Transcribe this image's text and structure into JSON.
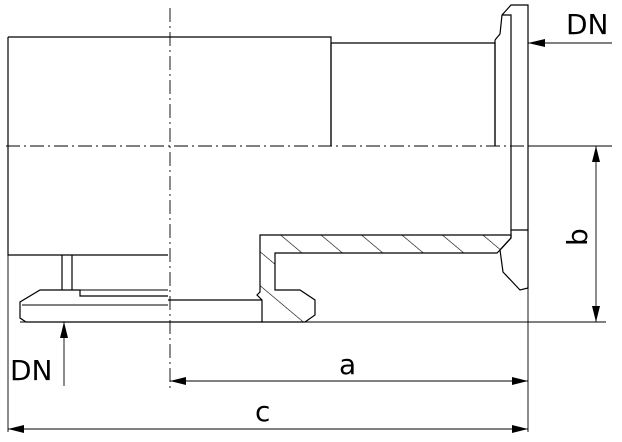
{
  "labels": {
    "dn_top": "DN",
    "dn_bottom": "DN",
    "a": "a",
    "b": "b",
    "c": "c"
  },
  "colors": {
    "stroke": "#000000",
    "background": "#ffffff"
  }
}
